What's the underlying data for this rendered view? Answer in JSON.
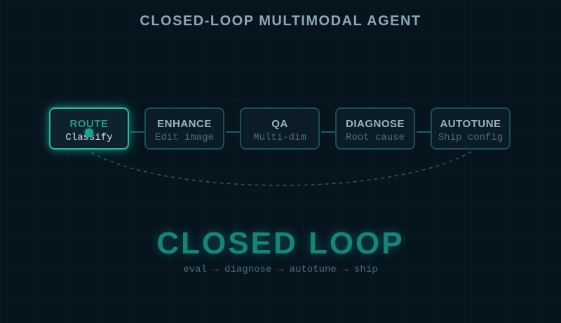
{
  "title": "CLOSED-LOOP MULTIMODAL AGENT",
  "stages": [
    {
      "name": "ROUTE",
      "desc": "Classify",
      "active": true
    },
    {
      "name": "ENHANCE",
      "desc": "Edit image",
      "active": false
    },
    {
      "name": "QA",
      "desc": "Multi-dim",
      "active": false
    },
    {
      "name": "DIAGNOSE",
      "desc": "Root cause",
      "active": false
    },
    {
      "name": "AUTOTUNE",
      "desc": "Ship config",
      "active": false
    }
  ],
  "loop": {
    "title": "CLOSED LOOP",
    "subtitle": "eval → diagnose → autotune → ship"
  },
  "colors": {
    "background": "#06141d",
    "accent": "#1f9c8c",
    "node_border": "#1b4f55",
    "title": "#8aa7b8"
  }
}
